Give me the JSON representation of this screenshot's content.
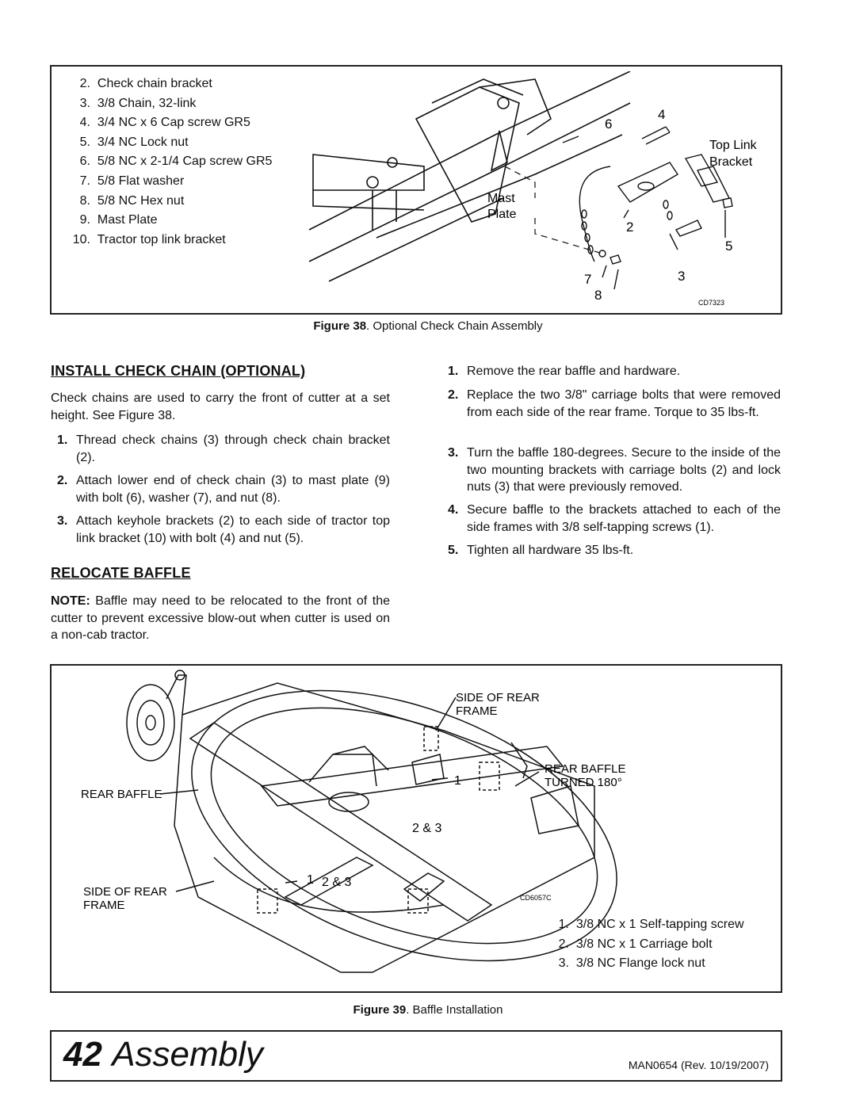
{
  "figure38": {
    "parts": [
      {
        "num": "2.",
        "text": "Check chain bracket"
      },
      {
        "num": "3.",
        "text": "3/8 Chain, 32-link"
      },
      {
        "num": "4.",
        "text": "3/4 NC x 6 Cap screw GR5"
      },
      {
        "num": "5.",
        "text": "3/4 NC Lock nut"
      },
      {
        "num": "6.",
        "text": "5/8 NC x 2-1/4 Cap screw GR5"
      },
      {
        "num": "7.",
        "text": "5/8 Flat washer"
      },
      {
        "num": "8.",
        "text": "5/8 NC Hex nut"
      },
      {
        "num": "9.",
        "text": "Mast Plate"
      },
      {
        "num": "10.",
        "text": "Tractor top link bracket"
      }
    ],
    "labels": {
      "mast": "Mast",
      "plate": "Plate",
      "top_link": "Top Link",
      "bracket": "Bracket",
      "c4": "4",
      "c6": "6",
      "c2": "2",
      "c5": "5",
      "c7": "7",
      "c3": "3",
      "c8": "8",
      "code": "CD7323"
    },
    "caption_bold": "Figure 38",
    "caption_text": ". Optional Check Chain Assembly"
  },
  "install": {
    "heading": "INSTALL CHECK CHAIN (OPTIONAL)",
    "intro": "Check chains are used to carry the front of cutter at a set height. See Figure 38.",
    "steps": [
      {
        "n": "1.",
        "text": "Thread check chains (3) through check chain bracket (2)."
      },
      {
        "n": "2.",
        "text": "Attach lower end of check chain (3) to mast plate (9) with bolt (6), washer (7), and nut (8)."
      },
      {
        "n": "3.",
        "text": "Attach keyhole brackets (2) to each side of tractor top link bracket (10) with bolt (4) and nut (5)."
      }
    ]
  },
  "relocate": {
    "heading": "RELOCATE BAFFLE",
    "note_label": "NOTE:",
    "note_text": " Baffle may need to be relocated to the front of the cutter to prevent excessive blow-out when cutter is used on a non-cab tractor.",
    "steps": [
      {
        "n": "1.",
        "text": "Remove the rear baffle and hardware."
      },
      {
        "n": "2.",
        "text": "Replace the two 3/8\" carriage bolts that were removed from each side of the rear frame. Torque to 35 lbs-ft."
      },
      {
        "n": "3.",
        "text": "Turn the baffle 180-degrees. Secure to the inside of the two mounting brackets with carriage bolts (2) and lock nuts (3) that were previously removed."
      },
      {
        "n": "4.",
        "text": "Secure baffle to the brackets attached to each of the side frames with 3/8 self-tapping screws (1)."
      },
      {
        "n": "5.",
        "text": "Tighten all hardware 35 lbs-ft."
      }
    ]
  },
  "figure39": {
    "labels": {
      "side_rear_frame_top_1": "SIDE OF REAR",
      "side_rear_frame_top_2": "FRAME",
      "rear_baffle_turned_1": "REAR BAFFLE",
      "rear_baffle_turned_2": "TURNED 180°",
      "rear_baffle": "REAR BAFFLE",
      "side_rear_frame_bot_1": "SIDE OF REAR",
      "side_rear_frame_bot_2": "FRAME",
      "c1a": "1",
      "c23a": "2 & 3",
      "c1b": "1",
      "c23b": "2 & 3",
      "code": "CD6057C"
    },
    "parts": [
      {
        "num": "1.",
        "text": "3/8 NC x 1 Self-tapping screw"
      },
      {
        "num": "2.",
        "text": "3/8 NC x 1 Carriage bolt"
      },
      {
        "num": "3.",
        "text": "3/8 NC Flange lock nut"
      }
    ],
    "caption_bold": "Figure 39",
    "caption_text": ". Baffle Installation"
  },
  "footer": {
    "page_number": "42",
    "section": "Assembly",
    "revision": "MAN0654 (Rev. 10/19/2007)"
  }
}
